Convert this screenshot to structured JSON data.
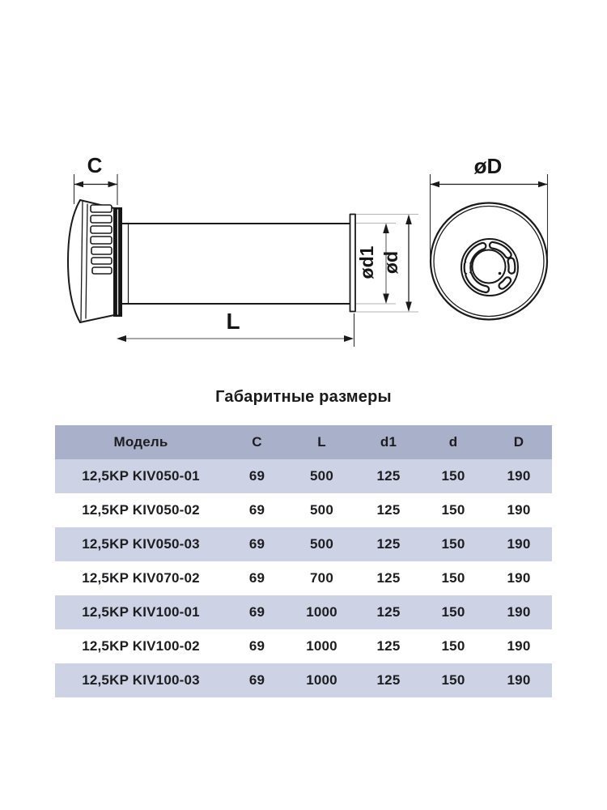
{
  "page": {
    "section_title": "Габаритные размеры"
  },
  "diagram": {
    "description": "technical-drawing-of-KIV-air-inlet-valve-side-and-front-views",
    "labels": {
      "c": "C",
      "l": "L",
      "d1": "ød1",
      "d": "ød",
      "D": "øD"
    }
  },
  "table": {
    "headers": [
      "Модель",
      "C",
      "L",
      "d1",
      "d",
      "D"
    ],
    "rows": [
      {
        "model": "12,5KP KIV050-01",
        "c": "69",
        "l": "500",
        "d1": "125",
        "d": "150",
        "D": "190"
      },
      {
        "model": "12,5KP KIV050-02",
        "c": "69",
        "l": "500",
        "d1": "125",
        "d": "150",
        "D": "190"
      },
      {
        "model": "12,5KP KIV050-03",
        "c": "69",
        "l": "500",
        "d1": "125",
        "d": "150",
        "D": "190"
      },
      {
        "model": "12,5KP KIV070-02",
        "c": "69",
        "l": "700",
        "d1": "125",
        "d": "150",
        "D": "190"
      },
      {
        "model": "12,5KP KIV100-01",
        "c": "69",
        "l": "1000",
        "d1": "125",
        "d": "150",
        "D": "190"
      },
      {
        "model": "12,5KP KIV100-02",
        "c": "69",
        "l": "1000",
        "d1": "125",
        "d": "150",
        "D": "190"
      },
      {
        "model": "12,5KP KIV100-03",
        "c": "69",
        "l": "1000",
        "d1": "125",
        "d": "150",
        "D": "190"
      }
    ]
  },
  "colors": {
    "header_bg": "#a9b0c9",
    "row_alt_bg": "#cdd2e5",
    "row_bg": "#ffffff",
    "text": "#1d1d20",
    "line": "#1a1a1a",
    "dim_shaft_gray": "#8c8c8c"
  }
}
